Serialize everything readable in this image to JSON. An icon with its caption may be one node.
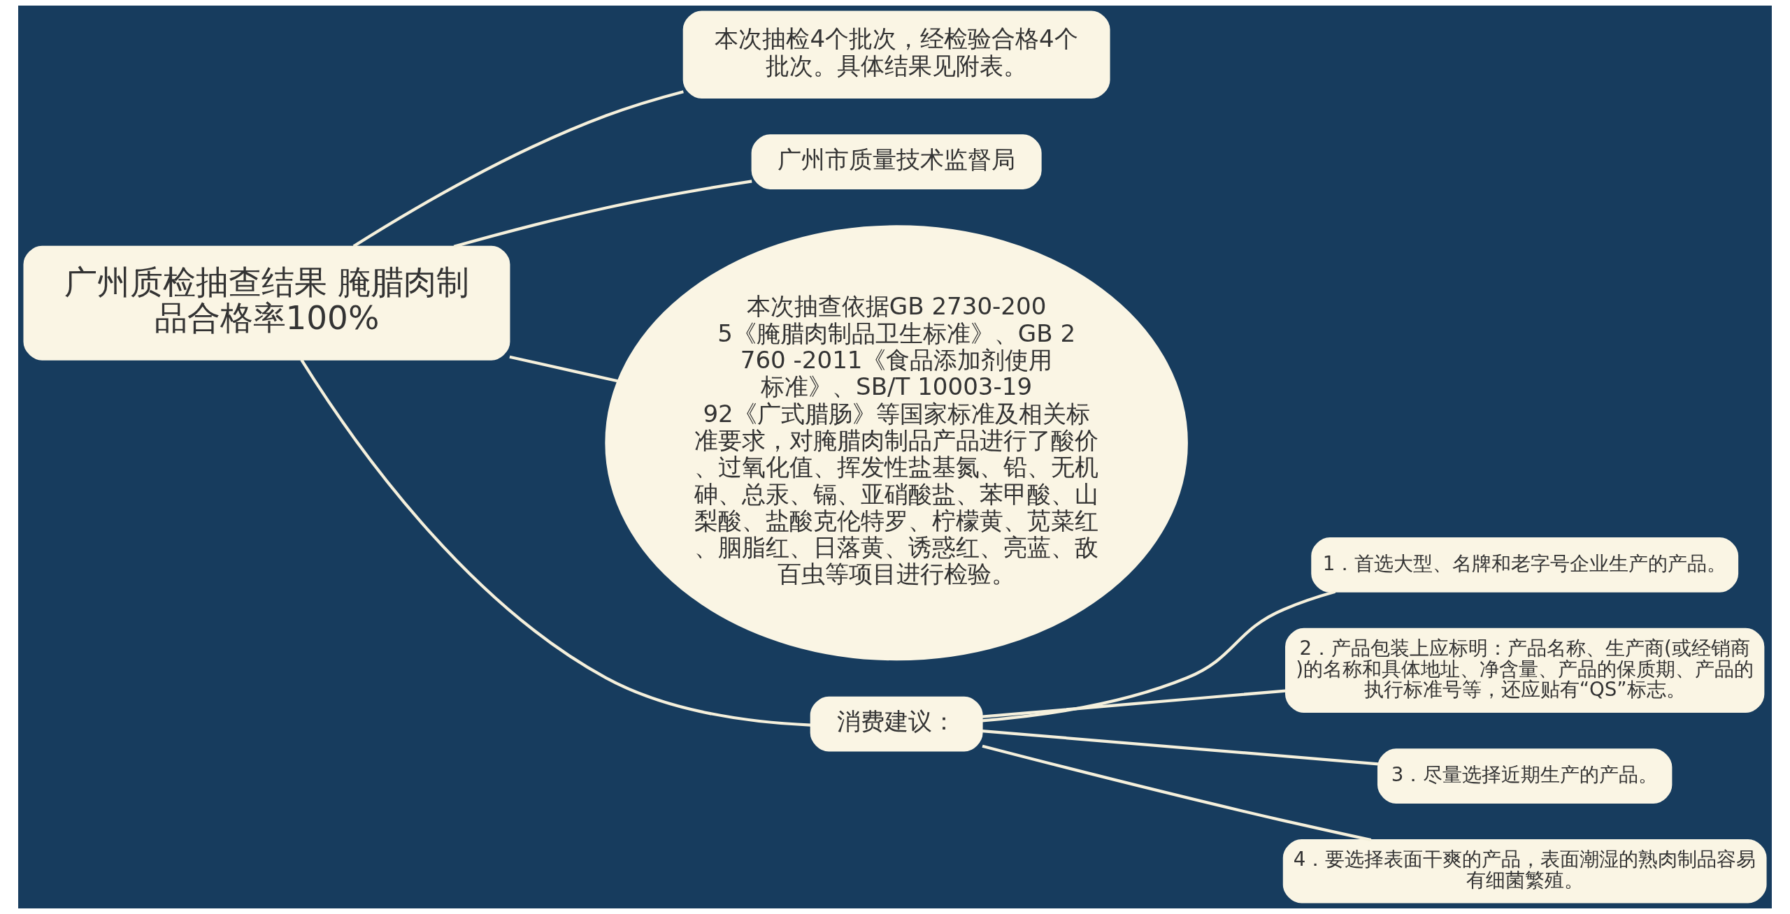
{
  "diagram": {
    "nodes": [
      {
        "text": [
          "广州质检抽查结果 腌腊肉制品合格率100%"
        ]
      },
      {
        "text": [
          "本次抽检4个批次，经检验合格4个批次。具体结果见附表。"
        ]
      },
      {
        "text": [
          "广州市质量技术监督局"
        ]
      },
      {
        "text": [
          "本次抽查依据GB 2730-2005《腌腊肉制品卫生标准》、GB 2760 -2011《食品添加剂使用标准》、SB/T 10003-1992《广式腊肠》等国家标准及相关标准要求，对腌腊肉制品产品进行了酸价、过氧化值、挥发性盐基氮、铅、无机砷、总汞、镉、亚硝酸盐、苯甲酸、山梨酸、盐酸克伦特罗、柠檬黄、苋菜红、胭脂红、日落黄、诱惑红、亮蓝、敌百虫等项目进行检验。"
        ]
      },
      {
        "text": [
          "消费建议："
        ]
      },
      {
        "text": [
          "1．首选大型、名牌和老字号企业生产的产品。"
        ]
      },
      {
        "text": [
          "2．产品包装上应标明：产品名称、生产商(或经销商)的名称和具体地址、净含量、产品的保质期、产品的执行标准号等，还应贴有“QS”标志。"
        ]
      },
      {
        "text": [
          "3．尽量选择近期生产的产品。"
        ]
      },
      {
        "text": [
          "4．要选择表面干爽的产品，表面潮湿的熟肉制品容易有细菌繁殖。"
        ]
      }
    ],
    "edges": [
      {
        "from": 0,
        "to": 1,
        "arrow": "none"
      },
      {
        "from": 0,
        "to": 2,
        "arrow": "none"
      },
      {
        "from": 0,
        "to": 3,
        "arrow": "none"
      },
      {
        "from": 0,
        "to": 4,
        "arrow": "none"
      },
      {
        "from": 4,
        "to": 5,
        "arrow": "none"
      },
      {
        "from": 4,
        "to": 6,
        "arrow": "none"
      },
      {
        "from": 4,
        "to": 7,
        "arrow": "none"
      },
      {
        "from": 4,
        "to": 8,
        "arrow": "none"
      }
    ]
  }
}
